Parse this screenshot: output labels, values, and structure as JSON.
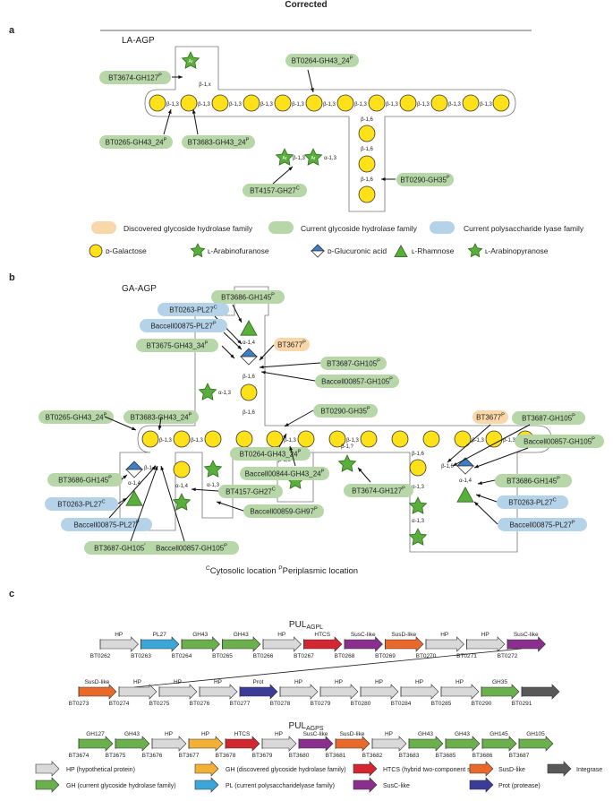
{
  "header": {
    "title": "Corrected"
  },
  "panels": {
    "a": "a",
    "b": "b",
    "c": "c"
  },
  "panel_a": {
    "title": "LA-AGP",
    "enzymes": [
      "BT3674-GH127",
      "BT0264-GH43_24",
      "BT0265-GH43_24",
      "BT3683-GH43_24",
      "BT4157-GH27",
      "BT0290-GH35"
    ],
    "sup": {
      "P": "P",
      "C": "C"
    },
    "linkages": [
      "β-1,x",
      "β-1,3",
      "β-1,6",
      "α-1,3"
    ],
    "sugar_ara": "Ar",
    "legend_families": [
      "Discovered glycoside hydrolase family",
      "Current glycoside hydrolase family",
      "Current polysaccharide lyase family"
    ],
    "legend_sugars": [
      "ᴅ-Galactose",
      "ʟ-Arabinofuranose",
      "ᴅ-Glucuronic acid",
      "ʟ-Rhamnose",
      "ʟ-Arabinopyranose"
    ]
  },
  "panel_b": {
    "title": "GA-AGP",
    "enzymes": [
      "BT3686-GH145",
      "BT0263-PL27",
      "Baccell00875-PL27",
      "BT3675-GH43_34",
      "BT3677",
      "BT3687-GH105",
      "Baccell00857-GH105",
      "BT0265-GH43_24",
      "BT3683-GH43_24",
      "BT0290-GH35",
      "BT0264-GH43_24",
      "Baccell00844-GH43_24",
      "BT4157-GH27",
      "Baccell00859-GH97",
      "BT3674-GH127"
    ],
    "linkages": [
      "α-1,4",
      "β-1,6",
      "α-1,3",
      "β-1,3",
      "β-1,?",
      "β-1,6"
    ],
    "locations": [
      "Cytosolic location",
      "Periplasmic location"
    ]
  },
  "panel_c": {
    "pul_agpl": "PUL",
    "pul_agpl_sub": "AGPL",
    "row1_labels": [
      "HP",
      "PL27",
      "GH43",
      "GH43",
      "HP",
      "HTCS",
      "SusC-like",
      "SusD-like",
      "HP",
      "HP",
      "SusC-like"
    ],
    "row1_ids": [
      "BT0262",
      "BT0263",
      "BT0264",
      "BT0265",
      "BT0266",
      "BT0267",
      "BT0268",
      "BT0269",
      "BT0270",
      "BT0271",
      "BT0272"
    ],
    "row2_labels": [
      "SusD-like",
      "HP",
      "HP",
      "HP",
      "Prot",
      "HP",
      "HP",
      "HP",
      "HP",
      "HP",
      "GH35",
      ""
    ],
    "row2_ids": [
      "BT0273",
      "BT0274",
      "BT0275",
      "BT0276",
      "BT0277",
      "BT0278",
      "BT0279",
      "BT0280",
      "BT0284",
      "BT0285",
      "BT0290",
      "BT0291"
    ],
    "pul_agps": "PUL",
    "pul_agps_sub": "AGPS",
    "row3_labels": [
      "GH127",
      "GH43",
      "HP",
      "HP",
      "HTCS",
      "HP",
      "SusC-like",
      "SusD-like",
      "HP",
      "GH43",
      "GH43",
      "GH145",
      "GH105"
    ],
    "row3_ids": [
      "BT3674",
      "BT3675",
      "BT3676",
      "BT3677",
      "BT3678",
      "BT3679",
      "BT3680",
      "BT3681",
      "BT3682",
      "BT3683",
      "BT3685",
      "BT3686",
      "BT3687"
    ],
    "legend": [
      "HP (hypothetical protein)",
      "GH (discovered glycoside hydrolase family)",
      "HTCS (hybrid two-component system)",
      "SusD-like",
      "Integrase",
      "GH (current glycoside hydrolase family)",
      "PL (current polysaccharidelyase family)",
      "SusC-like",
      "Prot (protease)"
    ]
  },
  "colors": {
    "hp": "#d9d9d9",
    "gh_disc": "#f2b134",
    "htcs": "#d22630",
    "susd": "#e8692a",
    "integrase": "#595959",
    "gh": "#6ab04c",
    "pl": "#3da6d9",
    "susc": "#8b2f8e",
    "prot": "#3b3b98",
    "galactose": "#ffe11a",
    "ara": "#5aae3c",
    "pill_green": "#b7d7a8",
    "pill_orange": "#f9d7a8",
    "pill_blue": "#b4d2e8"
  }
}
